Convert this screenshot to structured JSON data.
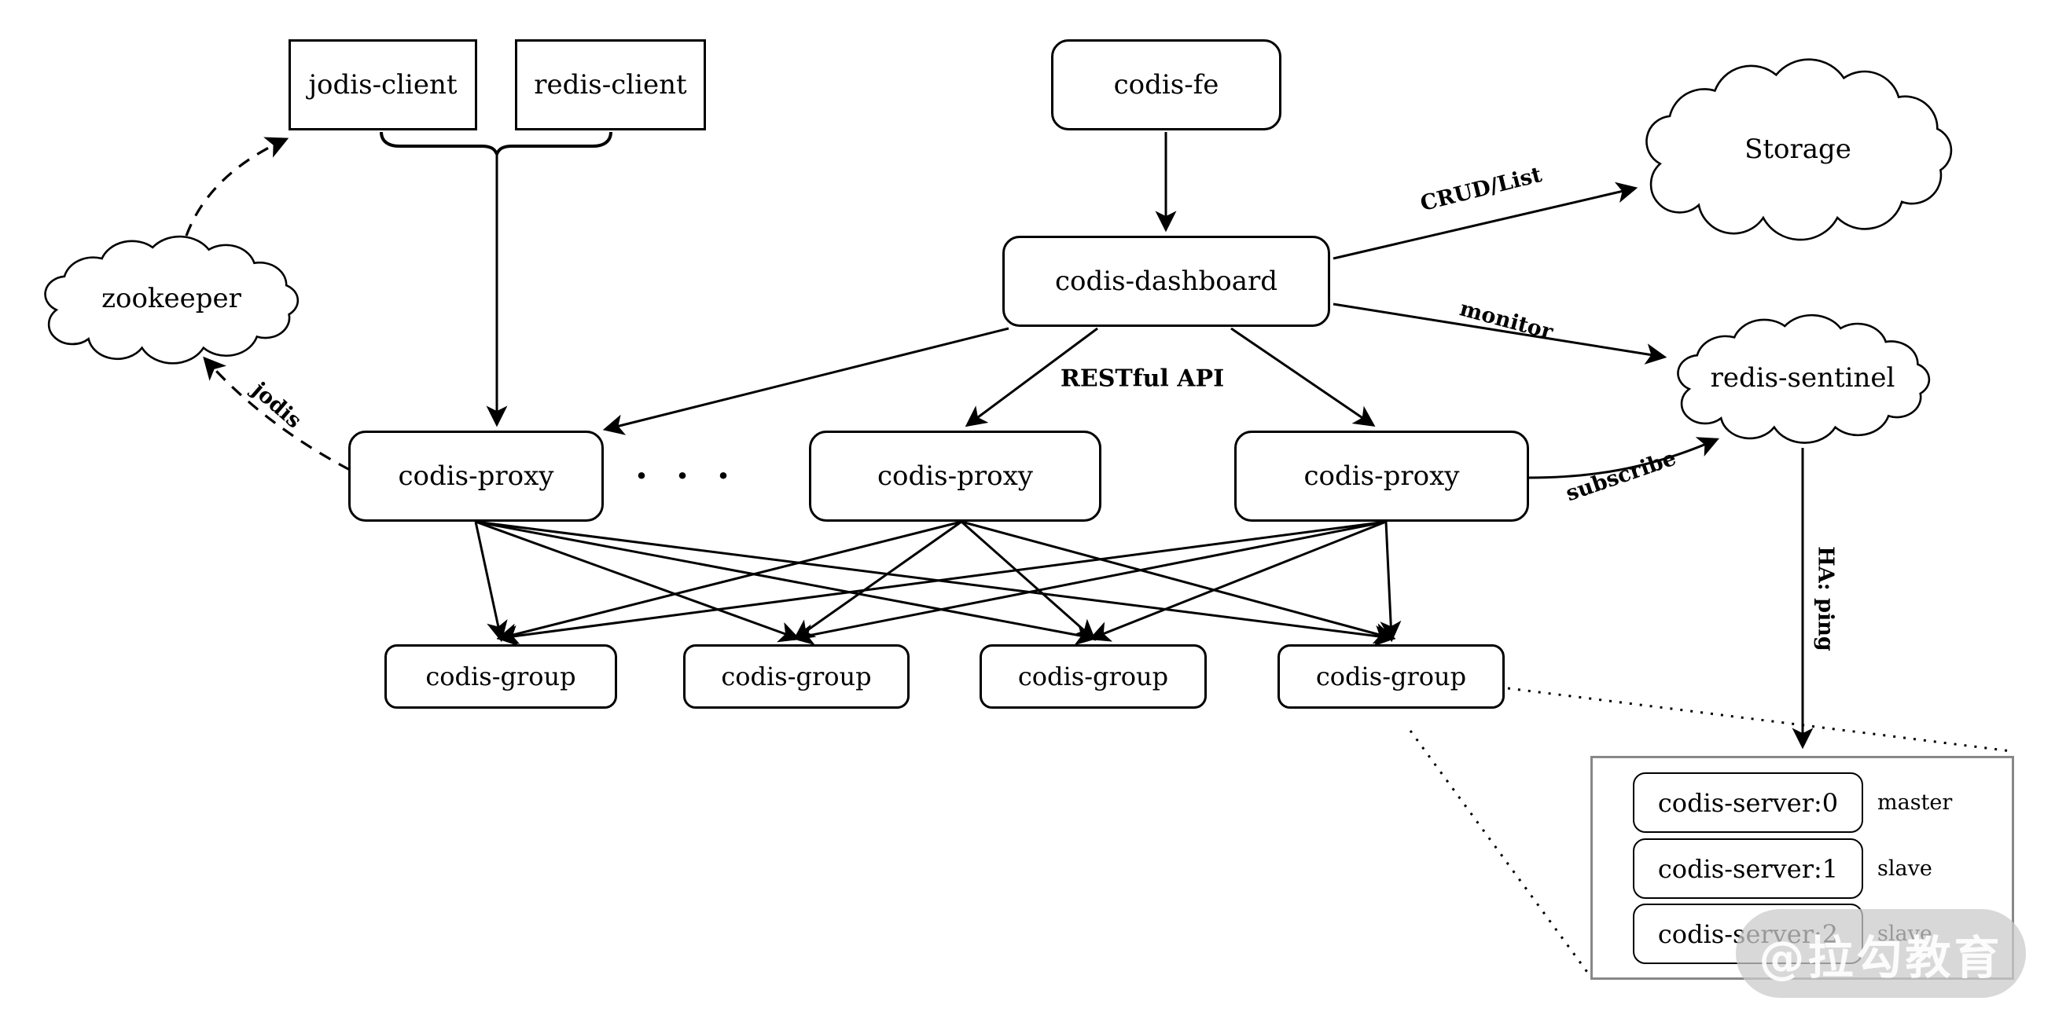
{
  "nodes": {
    "jodis_client": {
      "label": "jodis-client"
    },
    "redis_client": {
      "label": "redis-client"
    },
    "codis_fe": {
      "label": "codis-fe"
    },
    "codis_dashboard": {
      "label": "codis-dashboard"
    },
    "zookeeper": {
      "label": "zookeeper"
    },
    "storage": {
      "label": "Storage"
    },
    "redis_sentinel": {
      "label": "redis-sentinel"
    },
    "codis_proxy_1": {
      "label": "codis-proxy"
    },
    "codis_proxy_2": {
      "label": "codis-proxy"
    },
    "codis_proxy_3": {
      "label": "codis-proxy"
    },
    "proxy_ellipsis": {
      "label": "· · ·"
    },
    "codis_group_1": {
      "label": "codis-group"
    },
    "codis_group_2": {
      "label": "codis-group"
    },
    "codis_group_3": {
      "label": "codis-group"
    },
    "codis_group_4": {
      "label": "codis-group"
    },
    "codis_server_0": {
      "label": "codis-server:0",
      "role": "master"
    },
    "codis_server_1": {
      "label": "codis-server:1",
      "role": "slave"
    },
    "codis_server_2": {
      "label": "codis-server:2",
      "role": "slave"
    }
  },
  "edge_labels": {
    "crud_list": "CRUD/List",
    "monitor": "monitor",
    "restful_api": "RESTful API",
    "subscribe": "subscribe",
    "jodis": "jodis",
    "ha_ping": "HA: ping"
  },
  "watermark": "@拉勾教育",
  "colors": {
    "line": "#000000",
    "container_border": "#888888",
    "watermark_bg": "rgba(203,203,203,0.75)",
    "watermark_text": "rgba(255,255,255,0.92)"
  }
}
